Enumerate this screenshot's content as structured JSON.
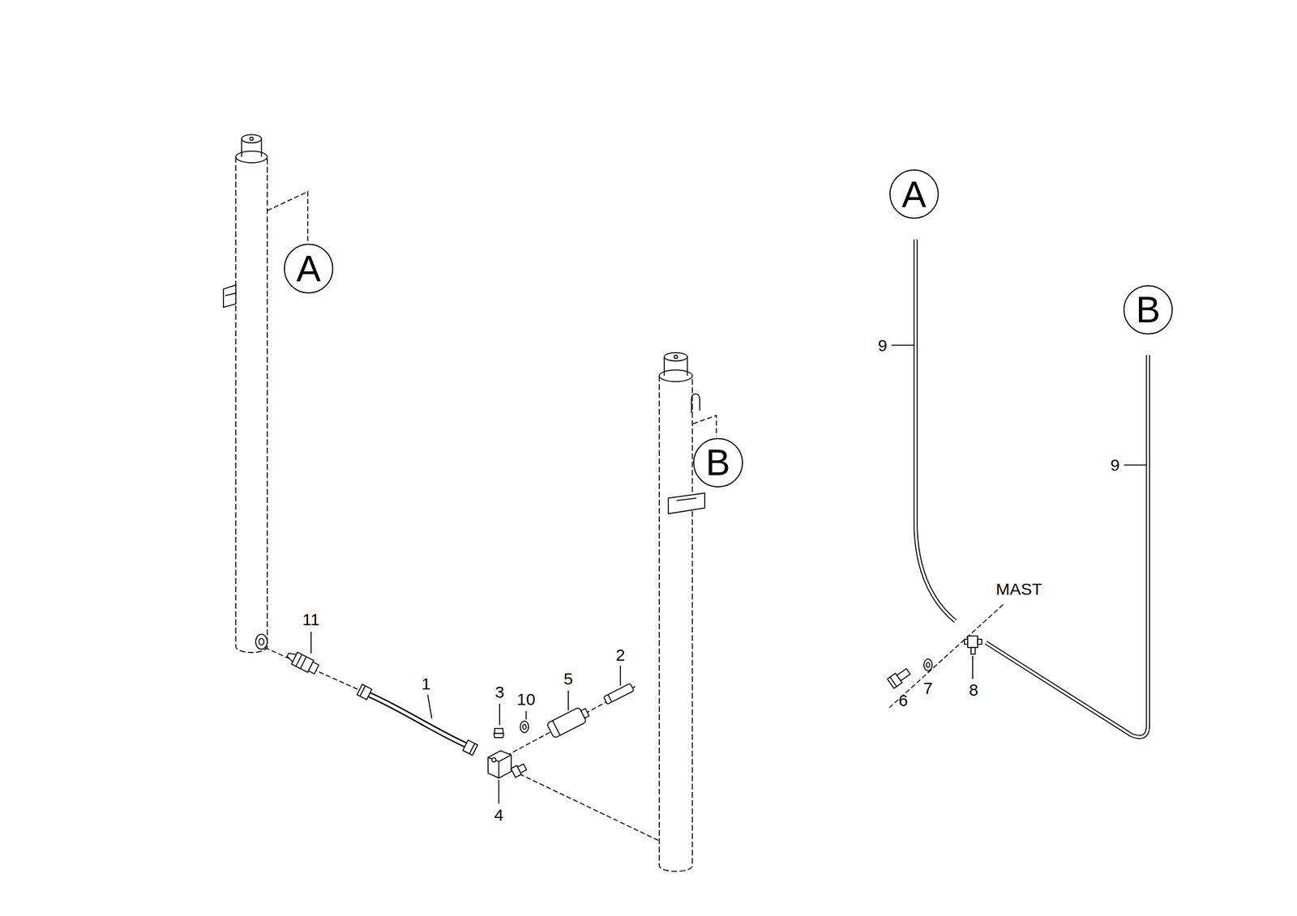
{
  "diagram": {
    "nodes": [
      {
        "text": [
          "A"
        ]
      },
      {
        "text": [
          "B"
        ]
      },
      {
        "text": [
          "A"
        ]
      },
      {
        "text": [
          "B"
        ]
      }
    ],
    "labels": [
      "11",
      "1",
      "3",
      "10",
      "5",
      "2",
      "4",
      "9",
      "9",
      "MAST",
      "6",
      "7",
      "8"
    ]
  }
}
